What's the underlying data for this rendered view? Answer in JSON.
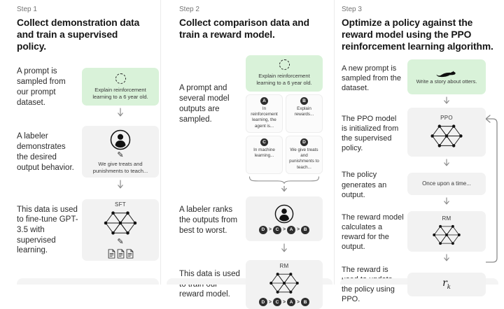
{
  "colors": {
    "background": "#ffffff",
    "card_gray": "#f2f2f2",
    "card_green": "#d9f2d9",
    "heading_text": "#161616",
    "step_label_text": "#737373",
    "caption_text": "#2b2b2b",
    "arrow_gray": "#8f8f8f",
    "divider": "#ececec",
    "rank_badge": "#2e2e2e"
  },
  "steps": [
    {
      "step_label": "Step 1",
      "heading": "Collect demonstration data and train a supervised policy.",
      "rows": [
        {
          "caption": "A prompt is sampled from our prompt dataset.",
          "prompt_icon": "cycle-icon",
          "prompt_text": "Explain reinforcement learning to a 6 year old."
        },
        {
          "caption": "A labeler demonstrates the desired output behavior.",
          "icon": "labeler-icon",
          "note": "We give treats and punishments to teach..."
        },
        {
          "caption": "This data is used to fine-tune GPT-3.5 with supervised learning.",
          "model_label": "SFT"
        }
      ]
    },
    {
      "step_label": "Step 2",
      "heading": "Collect comparison data and train a reward model.",
      "rows": [
        {
          "caption": "A prompt and several model outputs are sampled.",
          "prompt_icon": "cycle-icon",
          "prompt_text": "Explain reinforcement learning to a 6 year old.",
          "outputs": [
            {
              "id": "A",
              "text": "In reinforcement learning, the agent is..."
            },
            {
              "id": "B",
              "text": "Explain rewards..."
            },
            {
              "id": "C",
              "text": "In machine learning..."
            },
            {
              "id": "D",
              "text": "We give treats and punishments to teach..."
            }
          ]
        },
        {
          "caption": "A labeler ranks the outputs from best to worst.",
          "ranking": [
            "D",
            "C",
            "A",
            "B"
          ],
          "ranking_separator": ">"
        },
        {
          "caption": "This data is used to train our reward model.",
          "model_label": "RM",
          "ranking": [
            "D",
            "C",
            "A",
            "B"
          ],
          "ranking_separator": ">"
        }
      ]
    },
    {
      "step_label": "Step 3",
      "heading": "Optimize a policy against the reward model using the PPO reinforcement learning algorithm.",
      "rows": [
        {
          "caption": "A new prompt is sampled from the dataset.",
          "prompt_icon": "otter-icon",
          "prompt_text": "Write a story about otters."
        },
        {
          "caption": "The PPO model is initialized from the supervised policy.",
          "model_label": "PPO"
        },
        {
          "caption": "The policy generates an output.",
          "output_text": "Once upon a time..."
        },
        {
          "caption": "The reward model calculates a reward for the output.",
          "model_label": "RM"
        },
        {
          "caption": "The reward is used to update the policy using PPO.",
          "reward_symbol_base": "r",
          "reward_symbol_sub": "k"
        }
      ]
    }
  ]
}
